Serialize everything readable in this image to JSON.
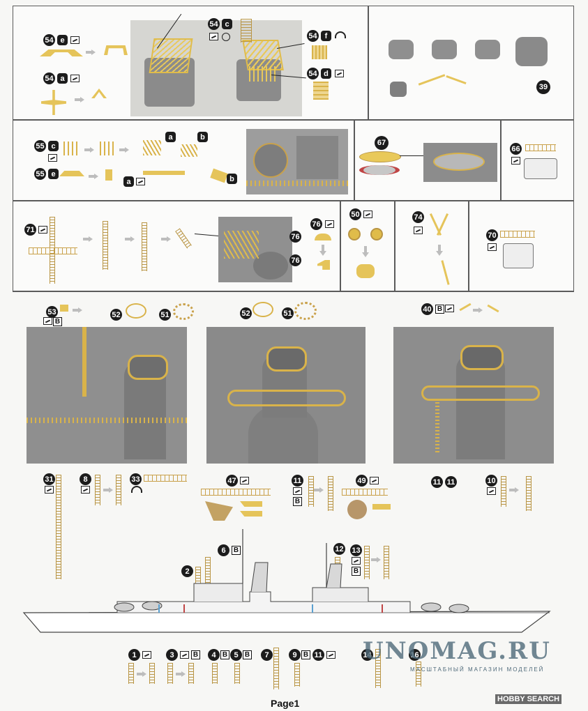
{
  "page": {
    "label": "Page1"
  },
  "watermark": {
    "site": "UNOMAG.RU",
    "tagline": "МАСШТАБНЫЙ МАГАЗИН МОДЕЛЕЙ",
    "source": "HOBBY SEARCH"
  },
  "colors": {
    "brass": "#e5c45a",
    "grey_plastic": "#9a9a9a",
    "badge": "#1c1c1c"
  },
  "steps": {
    "s54e": {
      "num": "54",
      "letter": "e"
    },
    "s54a": {
      "num": "54",
      "letter": "a"
    },
    "s54c": {
      "num": "54",
      "letter": "c"
    },
    "s54f": {
      "num": "54",
      "letter": "f"
    },
    "s54d": {
      "num": "54",
      "letter": "d"
    },
    "s39": {
      "num": "39"
    },
    "s55c": {
      "num": "55",
      "letter": "c"
    },
    "s55e": {
      "num": "55",
      "letter": "e"
    },
    "s55a_top": {
      "letter": "a"
    },
    "s55b_top": {
      "letter": "b"
    },
    "s55a_bot": {
      "letter": "a"
    },
    "s55b_bot": {
      "letter": "b"
    },
    "s67": {
      "num": "67"
    },
    "s66": {
      "num": "66"
    },
    "s71": {
      "num": "71"
    },
    "s76": {
      "num": "76"
    },
    "s76a": {
      "num": "76"
    },
    "s76b": {
      "num": "76"
    },
    "s50": {
      "num": "50"
    },
    "s74": {
      "num": "74"
    },
    "s70": {
      "num": "70"
    },
    "s53": {
      "num": "53",
      "letter": "B"
    },
    "s52a": {
      "num": "52"
    },
    "s51a": {
      "num": "51"
    },
    "s52b": {
      "num": "52"
    },
    "s51b": {
      "num": "51"
    },
    "s40": {
      "num": "40",
      "letter": "B"
    },
    "s31": {
      "num": "31"
    },
    "s8": {
      "num": "8"
    },
    "s33": {
      "num": "33"
    },
    "s47": {
      "num": "47"
    },
    "s11a": {
      "num": "11",
      "letter": "B"
    },
    "s49": {
      "num": "49"
    },
    "s11b": {
      "num": "11"
    },
    "s11c": {
      "num": "11"
    },
    "s10": {
      "num": "10"
    },
    "s6": {
      "num": "6",
      "letter": "B"
    },
    "s2": {
      "num": "2"
    },
    "s12": {
      "num": "12"
    },
    "s13": {
      "num": "13",
      "letter": "B"
    },
    "s1": {
      "num": "1"
    },
    "s3": {
      "num": "3",
      "letter": "B"
    },
    "s4": {
      "num": "4",
      "letter": "B"
    },
    "s5": {
      "num": "5",
      "letter": "B"
    },
    "s7": {
      "num": "7"
    },
    "s9": {
      "num": "9",
      "letter": "B"
    },
    "s11d": {
      "num": "11"
    },
    "s14": {
      "num": "14"
    },
    "s16": {
      "num": "16"
    }
  }
}
